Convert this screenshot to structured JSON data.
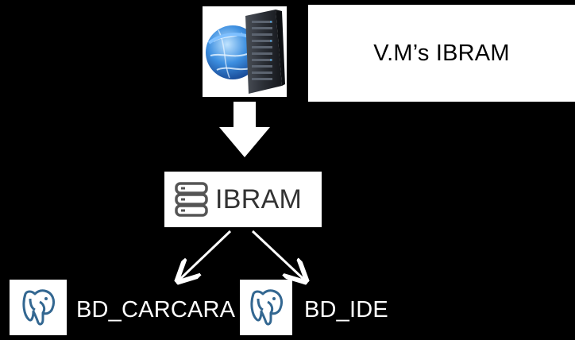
{
  "vm_box": {
    "label": "V.M’s IBRAM"
  },
  "server_node": {
    "icon": "globe-server-icon"
  },
  "ibram_node": {
    "label": "IBRAM",
    "icon": "database-stack-icon"
  },
  "databases": [
    {
      "label": "BD_CARCARA",
      "icon": "postgresql-elephant-icon"
    },
    {
      "label": "BD_IDE",
      "icon": "postgresql-elephant-icon"
    }
  ],
  "colors": {
    "background": "#000000",
    "box": "#ffffff",
    "postgres_blue": "#336791",
    "server_dark": "#1f2227",
    "globe_blue": "#2a7fd6"
  }
}
